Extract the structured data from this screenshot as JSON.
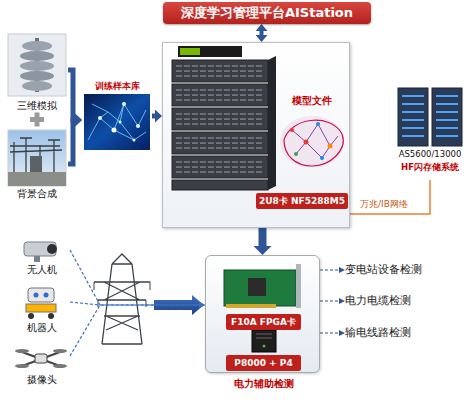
{
  "diagram": {
    "nodes": [
      {
        "text": [
          "深度学习管理平台AIStation"
        ]
      },
      {
        "text": [
          "三维模拟"
        ]
      },
      {
        "text": [
          "背景合成"
        ]
      },
      {
        "text": [
          "训练样本库"
        ]
      },
      {
        "text": [
          "模型文件"
        ]
      },
      {
        "text": [
          "2U8卡 NF5288M5"
        ],
        "in": 4
      },
      {
        "text": [
          "AS5600/13000",
          "HF闪存储系统"
        ]
      },
      {
        "text": [
          "无人机"
        ]
      },
      {
        "text": [
          "机器人"
        ]
      },
      {
        "text": [
          "摄像头"
        ]
      },
      {
        "text": [
          "电力辅助检测"
        ]
      },
      {
        "text": [
          "F10A FPGA卡"
        ],
        "in": 10
      },
      {
        "text": [
          "P8000 + P4"
        ],
        "in": 10
      },
      {
        "text": [
          "变电站设备检测"
        ]
      },
      {
        "text": [
          "电力电缆检测"
        ]
      },
      {
        "text": [
          "输电线路检测"
        ]
      }
    ],
    "edges": [
      {
        "from": 0,
        "to": 4,
        "arrow": "both"
      },
      {
        "from": 1,
        "to": 3,
        "arrow": "to"
      },
      {
        "from": 2,
        "to": 3,
        "arrow": "to"
      },
      {
        "from": 3,
        "to": 4,
        "arrow": "to"
      },
      {
        "from": 4,
        "to": 6,
        "label": "万兆/IB网络",
        "arrow": "none"
      },
      {
        "from": 4,
        "to": 10,
        "arrow": "to"
      },
      {
        "from": 7,
        "to": 10,
        "arrow": "to"
      },
      {
        "from": 8,
        "to": 10,
        "arrow": "to"
      },
      {
        "from": 9,
        "to": 10,
        "arrow": "to"
      },
      {
        "from": 10,
        "to": 13,
        "arrow": "to"
      },
      {
        "from": 10,
        "to": 14,
        "arrow": "to"
      },
      {
        "from": 10,
        "to": 15,
        "arrow": "to"
      }
    ]
  }
}
